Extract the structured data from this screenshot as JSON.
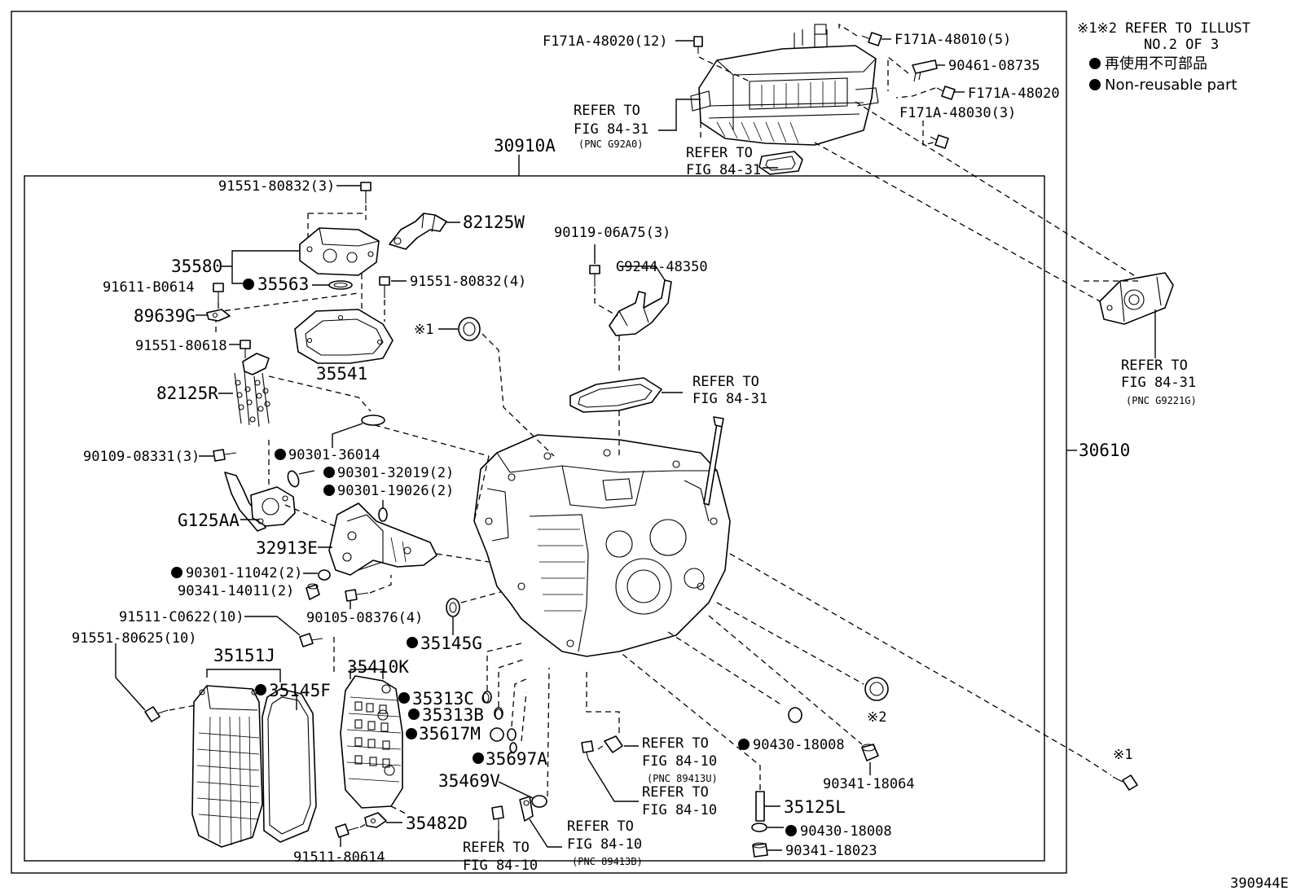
{
  "notes": {
    "refer_line1": "※1※2 REFER TO ILLUST",
    "refer_line2": "NO.2 OF 3",
    "nonreusable_ja": "再使用不可部品",
    "nonreusable_en": "Non-reusable part"
  },
  "illustration_id": "390944E",
  "assembly_labels": {
    "inner": "30910A",
    "outer": "30610"
  },
  "parts": {
    "f171a_48020_12": "F171A-48020(12)",
    "f171a_48010_5": "F171A-48010(5)",
    "p90461_08735": "90461-08735",
    "f171a_48020": "F171A-48020",
    "f171a_48030_3": "F171A-48030(3)",
    "p91551_80832_3": "91551-80832(3)",
    "p82125w": "82125W",
    "p35580": "35580",
    "p35563": "35563",
    "p91551_80832_4": "91551-80832(4)",
    "p91611_b0614": "91611-B0614",
    "p89639g": "89639G",
    "p91551_80618": "91551-80618",
    "p35541": "35541",
    "p82125r": "82125R",
    "p90119_06a75_3": "90119-06A75(3)",
    "g9244_48350": "G9244-48350",
    "p90109_08331_3": "90109-08331(3)",
    "p90301_36014": "90301-36014",
    "p90301_32019_2": "90301-32019(2)",
    "p90301_19026_2": "90301-19026(2)",
    "g125aa": "G125AA",
    "p32913e": "32913E",
    "p90301_11042_2": "90301-11042(2)",
    "p90341_14011_2": "90341-14011(2)",
    "p90105_08376_4": "90105-08376(4)",
    "p91511_c0622_10": "91511-C0622(10)",
    "p91551_80625_10": "91551-80625(10)",
    "p35145g": "35145G",
    "p35151j": "35151J",
    "p35145f": "35145F",
    "p35410k": "35410K",
    "p35313c": "35313C",
    "p35313b": "35313B",
    "p35617m": "35617M",
    "p35697a": "35697A",
    "p35469v": "35469V",
    "p35482d": "35482D",
    "p91511_80614": "91511-80614",
    "p90430_18008_a": "90430-18008",
    "p90341_18064": "90341-18064",
    "p35125l": "35125L",
    "p90430_18008_b": "90430-18008",
    "p90341_18023": "90341-18023",
    "mark1_a": "※1",
    "mark1_b": "※1",
    "mark2": "※2"
  },
  "refs": {
    "ref_g92a0": {
      "l1": "REFER TO",
      "l2": "FIG 84-31",
      "l3": "(PNC G92A0)"
    },
    "ref_gasket_top": {
      "l1": "REFER TO",
      "l2": "FIG 84-31"
    },
    "ref_g9221g": {
      "l1": "REFER TO",
      "l2": "FIG 84-31",
      "l3": "(PNC G9221G)"
    },
    "ref_pan_gasket": {
      "l1": "REFER TO",
      "l2": "FIG 84-31"
    },
    "ref_89413u": {
      "l1": "REFER TO",
      "l2": "FIG 84-10",
      "l3": "(PNC 89413U)"
    },
    "ref_8410_mid": {
      "l1": "REFER TO",
      "l2": "FIG 84-10"
    },
    "ref_89413b": {
      "l1": "REFER TO",
      "l2": "FIG 84-10",
      "l3": "(PNC 89413B)"
    },
    "ref_8410_bottom": {
      "l1": "REFER TO",
      "l2": "FIG 84-10"
    }
  }
}
